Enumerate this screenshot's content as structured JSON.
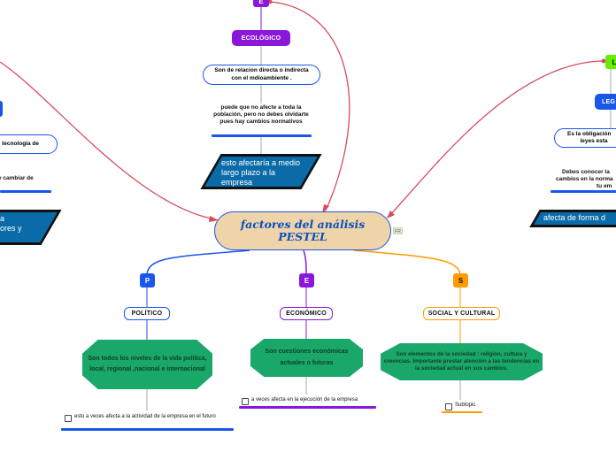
{
  "central": {
    "title": "factores del análisis PESTEL",
    "badge": "FR"
  },
  "top_branch": {
    "letter": "E",
    "title": "ECOLÓGICO",
    "desc": "Son de relacion directa o indirecta con el mdioambiente .",
    "note": "puede que no afecte a toda la población, pero no debes olvidarte pues hay cambios normativos",
    "effect": "esto afectaría  a medio largo plazo a la empresa"
  },
  "left_branch": {
    "line1": "tecnología de",
    "line2": "e cambiar de",
    "effect_l1": "a",
    "effect_l2": "ores y"
  },
  "right_branch": {
    "letter": "L",
    "title": "LEG",
    "desc": "Es la obligación ... leyes esta",
    "note": "Debes conocer la ... cambios en la norma ... tu em",
    "effect": "afecta de forma d"
  },
  "bottom_branches": [
    {
      "letter": "P",
      "title": "POLÍTICO",
      "desc": "Son todos los niveles de la vida política, local, regional ,nacional e internacional",
      "sub": "esto a veces afecta a la actividad de la empresa en el futuro"
    },
    {
      "letter": "E",
      "title": "ECONÓMICO",
      "desc": "Son cuestiones económicas actuales o futuras",
      "sub": "a veces afecta en la ejecución de la empresa"
    },
    {
      "letter": "S",
      "title": "SOCIAL Y CULTURAL",
      "desc": "Son elementos de la sociedad : religión, cultura y creencias. Importante prestar atención a las tendencias en la sociedad actual en sus cambios.",
      "sub": "Subtopic"
    }
  ],
  "colors": {
    "blue": "#1a56e8",
    "purple": "#8a18d8",
    "orange": "#ff9b00",
    "green": "#1aa86a",
    "lime": "#66ee00",
    "link_red": "#d94a5e",
    "central_fill": "#eed4a8"
  }
}
